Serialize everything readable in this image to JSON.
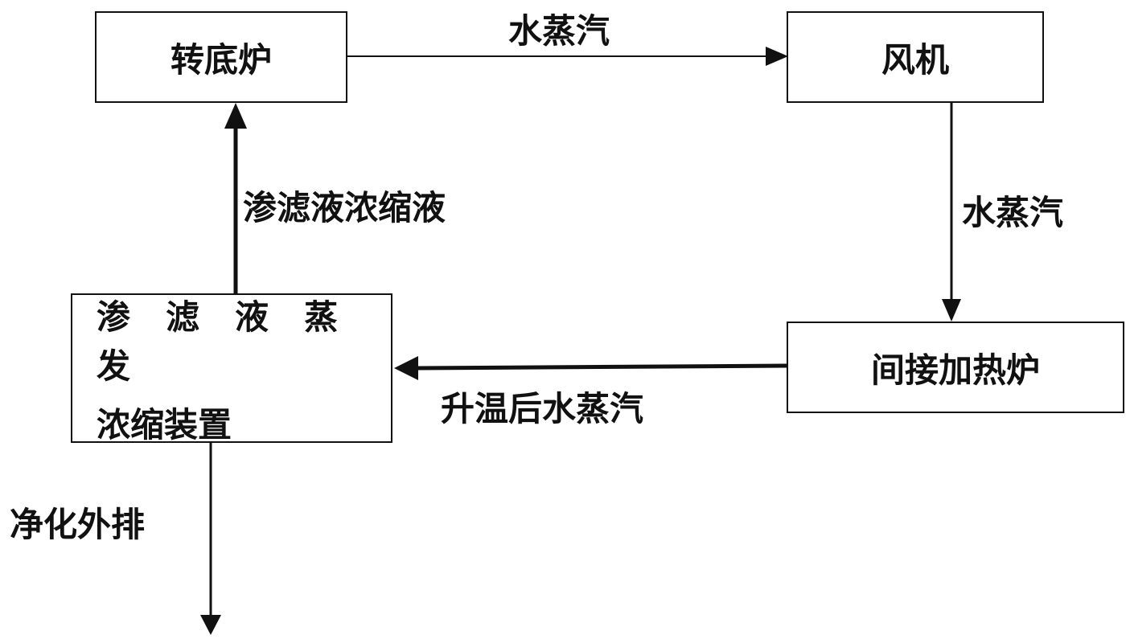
{
  "nodes": {
    "rotary_hearth_furnace": "转底炉",
    "fan": "风机",
    "indirect_heating_furnace": "间接加热炉",
    "evaporator": {
      "line1": "渗 滤 液 蒸 发",
      "line2": "浓缩装置"
    }
  },
  "edges": {
    "furnace_to_fan": "水蒸汽",
    "fan_to_heater": "水蒸汽",
    "heater_to_evaporator": "升温后水蒸汽",
    "evaporator_to_furnace": "渗滤液浓缩液",
    "evaporator_discharge": "净化外排"
  }
}
